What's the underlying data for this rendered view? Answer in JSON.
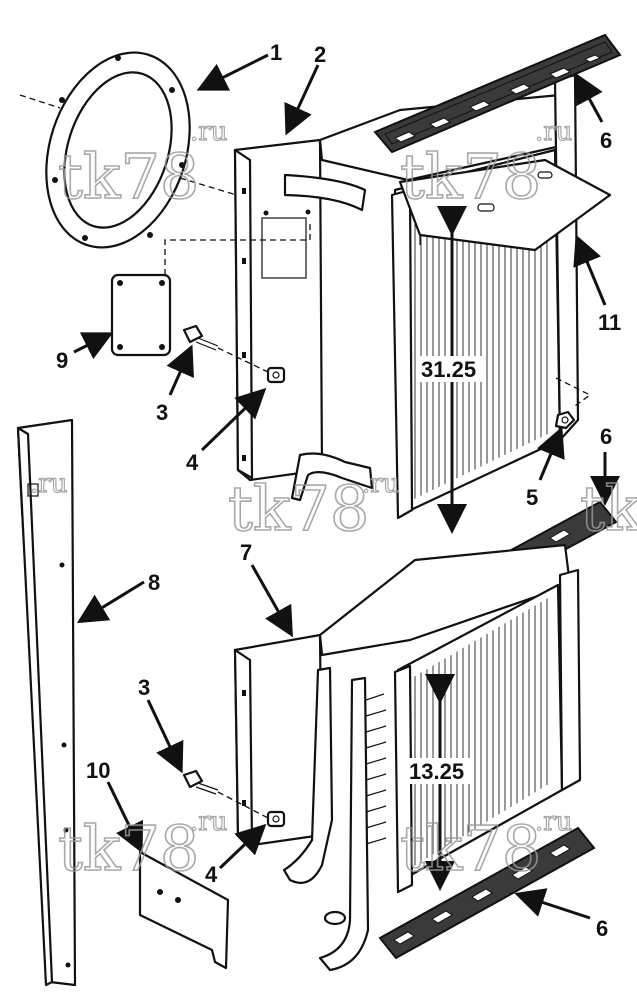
{
  "callouts": {
    "c1": "1",
    "c2": "2",
    "c3a": "3",
    "c3b": "3",
    "c4a": "4",
    "c4b": "4",
    "c5": "5",
    "c6a": "6",
    "c6b": "6",
    "c6c": "6",
    "c7": "7",
    "c8": "8",
    "c9": "9",
    "c10": "10",
    "c11": "11"
  },
  "dimensions": {
    "upper": "31.25",
    "lower": "13.25"
  },
  "watermark": {
    "text": "tk78",
    "suffix": ".ru"
  }
}
